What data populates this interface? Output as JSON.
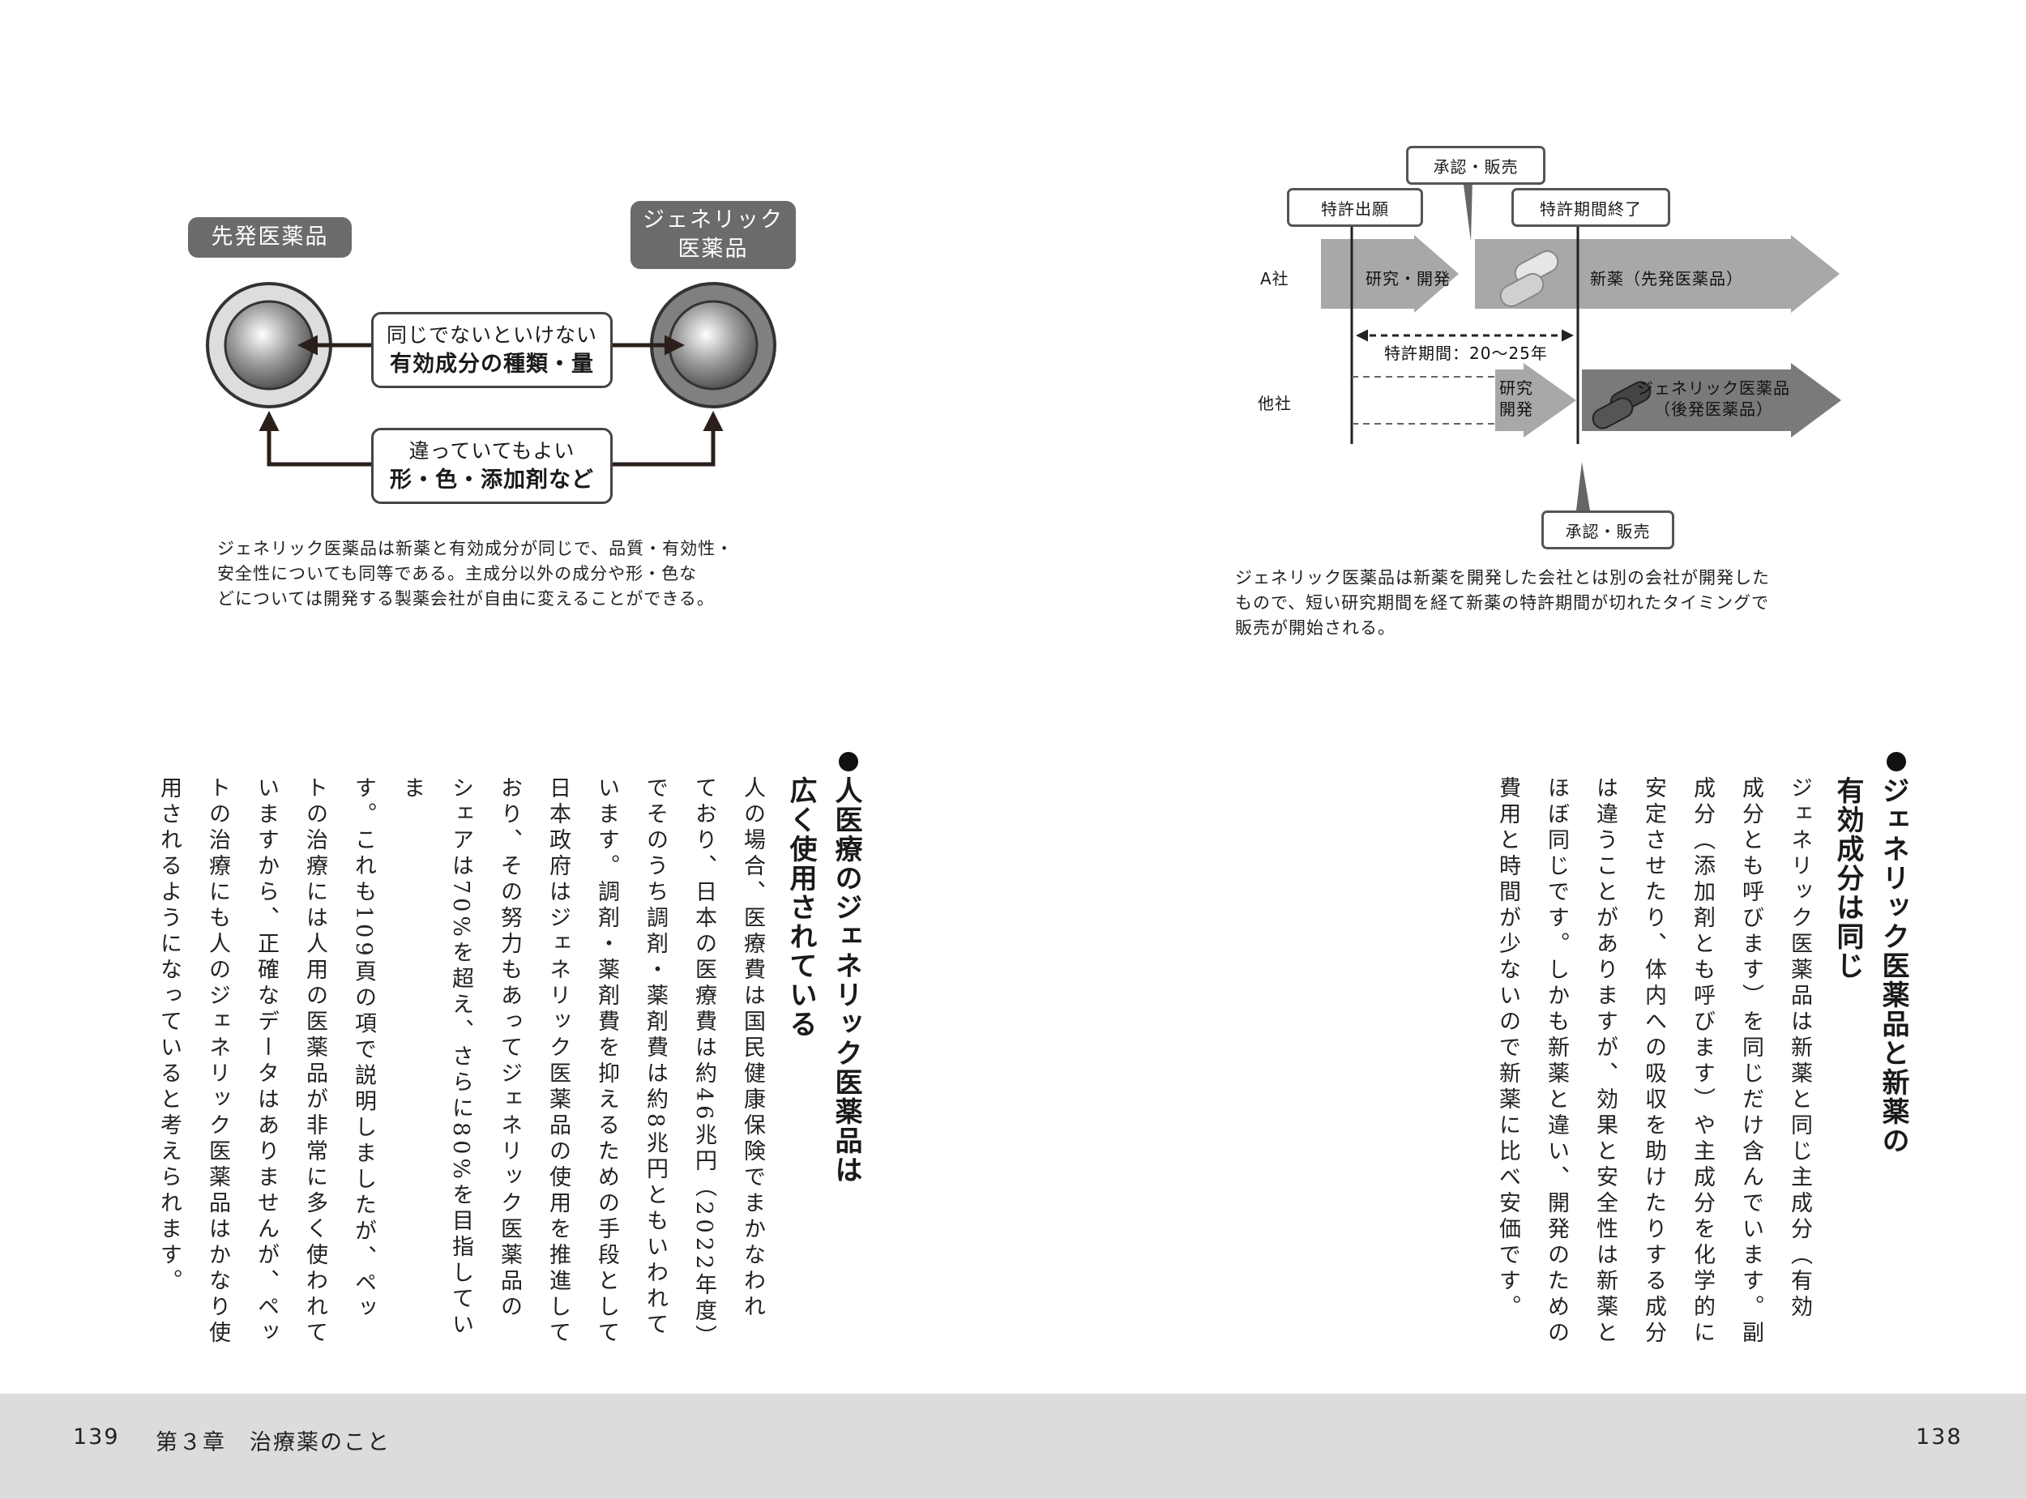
{
  "figure1": {
    "left_label": "先発医薬品",
    "right_label": "ジェネリック\n医薬品",
    "same_line1": "同じでないといけない",
    "same_line2": "有効成分の種類・量",
    "diff_line1": "違っていてもよい",
    "diff_line2": "形・色・添加剤など",
    "caption": [
      "ジェネリック医薬品は新薬と有効成分が同じで、品質・有効性・",
      "安全性についても同等である。主成分以外の成分や形・色な",
      "どについては開発する製薬会社が自由に変えることができる。"
    ],
    "colors": {
      "gray_label": "#6b6b6b",
      "outline": "#444444"
    }
  },
  "figure2": {
    "callout_approval_top": "承認・販売",
    "callout_patent_filing": "特許出願",
    "callout_patent_end": "特許期間終了",
    "callout_approval_bottom": "承認・販売",
    "company_a": "A社",
    "company_other": "他社",
    "a_research": "研究・開発",
    "a_new_drug": "新薬（先発医薬品）",
    "patent_period": "特許期間：20〜25年",
    "other_research_line1": "研究",
    "other_research_line2": "開発",
    "generic_line1": "ジェネリック医薬品",
    "generic_line2": "（後発医薬品）",
    "caption": [
      "ジェネリック医薬品は新薬を開発した会社とは別の会社が開発した",
      "もので、短い研究期間を経て新薬の特許期間が切れたタイミングで",
      "販売が開始される。"
    ],
    "colors": {
      "arrow_light": "#a8a8a8",
      "arrow_dark": "#7a7a7a"
    }
  },
  "right_page": {
    "heading": [
      "ジェネリック医薬品と新薬の",
      "有効成分は同じ"
    ],
    "body": [
      "ジェネリック医薬品は新薬と同じ主成分（有効",
      "成分とも呼びます）を同じだけ含んでいます。副",
      "成分（添加剤とも呼びます）や主成分を化学的に",
      "安定させたり、体内への吸収を助けたりする成分",
      "は違うことがありますが、効果と安全性は新薬と",
      "ほぼ同じです。しかも新薬と違い、開発のための",
      "費用と時間が少ないので新薬に比べ安価です。"
    ]
  },
  "left_page": {
    "heading": [
      "人医療のジェネリック医薬品は",
      "広く使用されている"
    ],
    "body": [
      "人の場合、医療費は国民健康保険でまかなわれ",
      "ており、日本の医療費は約46兆円（2022年度）",
      "でそのうち調剤・薬剤費は約8兆円ともいわれて",
      "います。調剤・薬剤費を抑えるための手段として",
      "日本政府はジェネリック医薬品の使用を推進して",
      "おり、その努力もあってジェネリック医薬品の",
      "シェアは70%を超え、さらに80%を目指していま",
      "す。これも109頁の項で説明しましたが、ペッ",
      "トの治療には人用の医薬品が非常に多く使われて",
      "いますから、正確なデータはありませんが、ペッ",
      "トの治療にも人のジェネリック医薬品はかなり使",
      "用されるようになっていると考えられます。"
    ]
  },
  "footer": {
    "left_page_number": "139",
    "chapter": "第３章　治療薬のこと",
    "right_page_number": "138",
    "background": "#dcdcdc"
  }
}
